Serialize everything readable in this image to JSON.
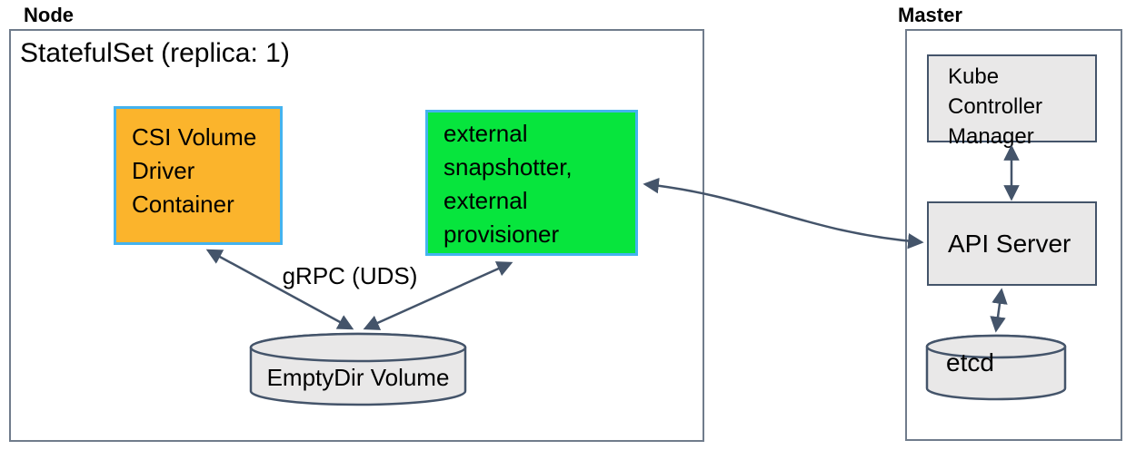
{
  "node": {
    "label": "Node",
    "statefulset_title": "StatefulSet (replica: 1)",
    "csi_box": {
      "lines": [
        "CSI Volume",
        "Driver",
        "Container"
      ]
    },
    "external_box": {
      "lines": [
        "external",
        "snapshotter,",
        "external",
        "provisioner"
      ]
    },
    "grpc_label": "gRPC (UDS)",
    "emptydir_label": "EmptyDir Volume"
  },
  "master": {
    "label": "Master",
    "kcm_box": {
      "lines": [
        "Kube",
        "Controller",
        "Manager"
      ]
    },
    "api_server_label": "API Server",
    "etcd_label": "etcd"
  },
  "colors": {
    "csi_box_fill": "#FBB42C",
    "external_box_fill": "#07E53D",
    "colored_box_border": "#44B3EF",
    "gray_fill": "#E9E8E8",
    "inner_border": "#44546A",
    "outer_border": "#707C8C",
    "arrow": "#44546A",
    "text": "#000000"
  }
}
